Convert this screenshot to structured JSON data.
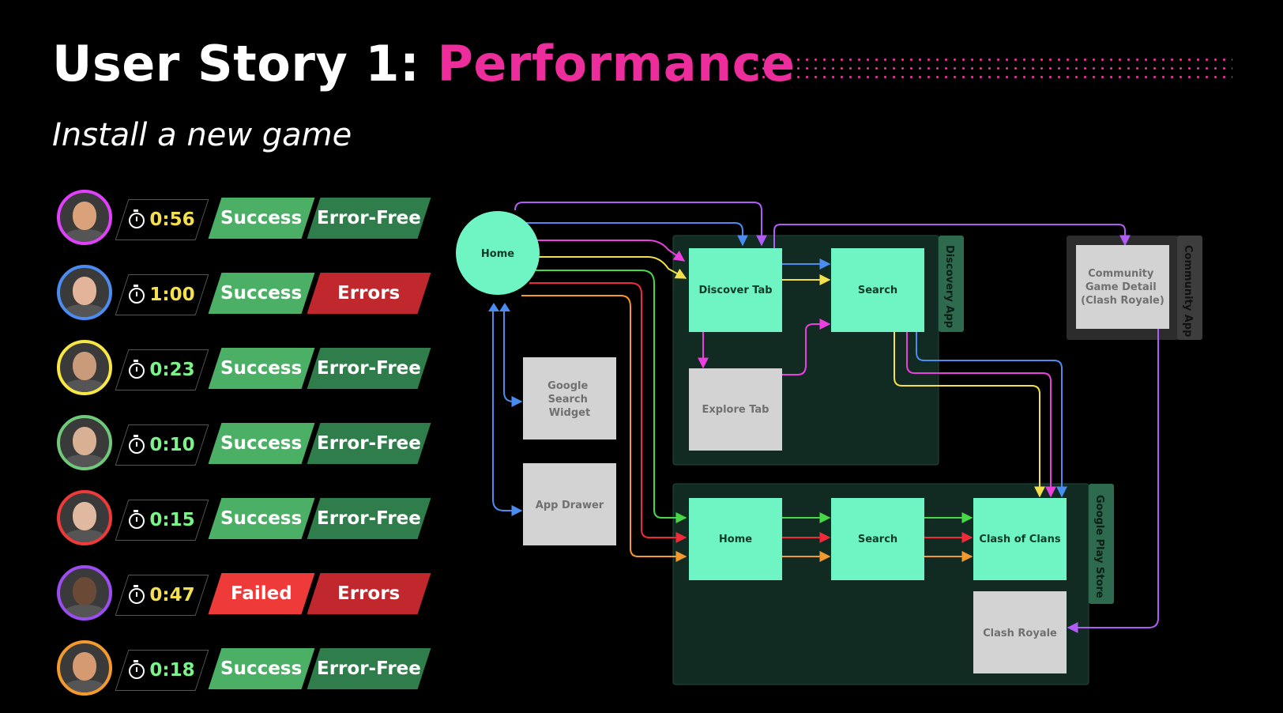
{
  "title": {
    "prefix": "User Story 1: ",
    "highlight": "Performance"
  },
  "subtitle": "Install a new game",
  "colors": {
    "accent": "#ec2d9b",
    "success": "#4caf66",
    "error_free": "#2e7d4a",
    "errors": "#c0282d",
    "failed": "#ef3a3a",
    "node": "#6ef5c3",
    "node_gray": "#d3d3d3",
    "group_bg": "#112a22"
  },
  "sessions": [
    {
      "time": "0:56",
      "time_color": "#f4e04d",
      "status": "Success",
      "errors": "Error-Free",
      "ring": "#e040fb",
      "skin": "#d9a27a"
    },
    {
      "time": "1:00",
      "time_color": "#f4e04d",
      "status": "Success",
      "errors": "Errors",
      "ring": "#4a8cf0",
      "skin": "#e3b49a"
    },
    {
      "time": "0:23",
      "time_color": "#7cf28a",
      "status": "Success",
      "errors": "Error-Free",
      "ring": "#f7e645",
      "skin": "#c99b7a"
    },
    {
      "time": "0:10",
      "time_color": "#7cf28a",
      "status": "Success",
      "errors": "Error-Free",
      "ring": "#6fc97a",
      "skin": "#d8b195"
    },
    {
      "time": "0:15",
      "time_color": "#7cf28a",
      "status": "Success",
      "errors": "Error-Free",
      "ring": "#ef3a3a",
      "skin": "#e0b9a0"
    },
    {
      "time": "0:47",
      "time_color": "#f4e04d",
      "status": "Failed",
      "errors": "Errors",
      "ring": "#9b4df0",
      "skin": "#6a4a36"
    },
    {
      "time": "0:18",
      "time_color": "#7cf28a",
      "status": "Success",
      "errors": "Error-Free",
      "ring": "#f39a2e",
      "skin": "#d59a72"
    }
  ],
  "diagram": {
    "home_node": "Home",
    "groups": {
      "discovery": "Discovery App",
      "play_store": "Google Play Store",
      "community": "Community App"
    },
    "nodes": {
      "discover_tab": "Discover Tab",
      "discovery_search": "Search",
      "explore_tab": "Explore Tab",
      "google_search_widget": [
        "Google",
        "Search",
        "Widget"
      ],
      "app_drawer": "App Drawer",
      "community_game_detail": [
        "Community",
        "Game Detail",
        "(Clash Royale)"
      ],
      "store_home": "Home",
      "store_search": "Search",
      "clash_of_clans": "Clash of Clans",
      "clash_royale": "Clash Royale"
    }
  }
}
